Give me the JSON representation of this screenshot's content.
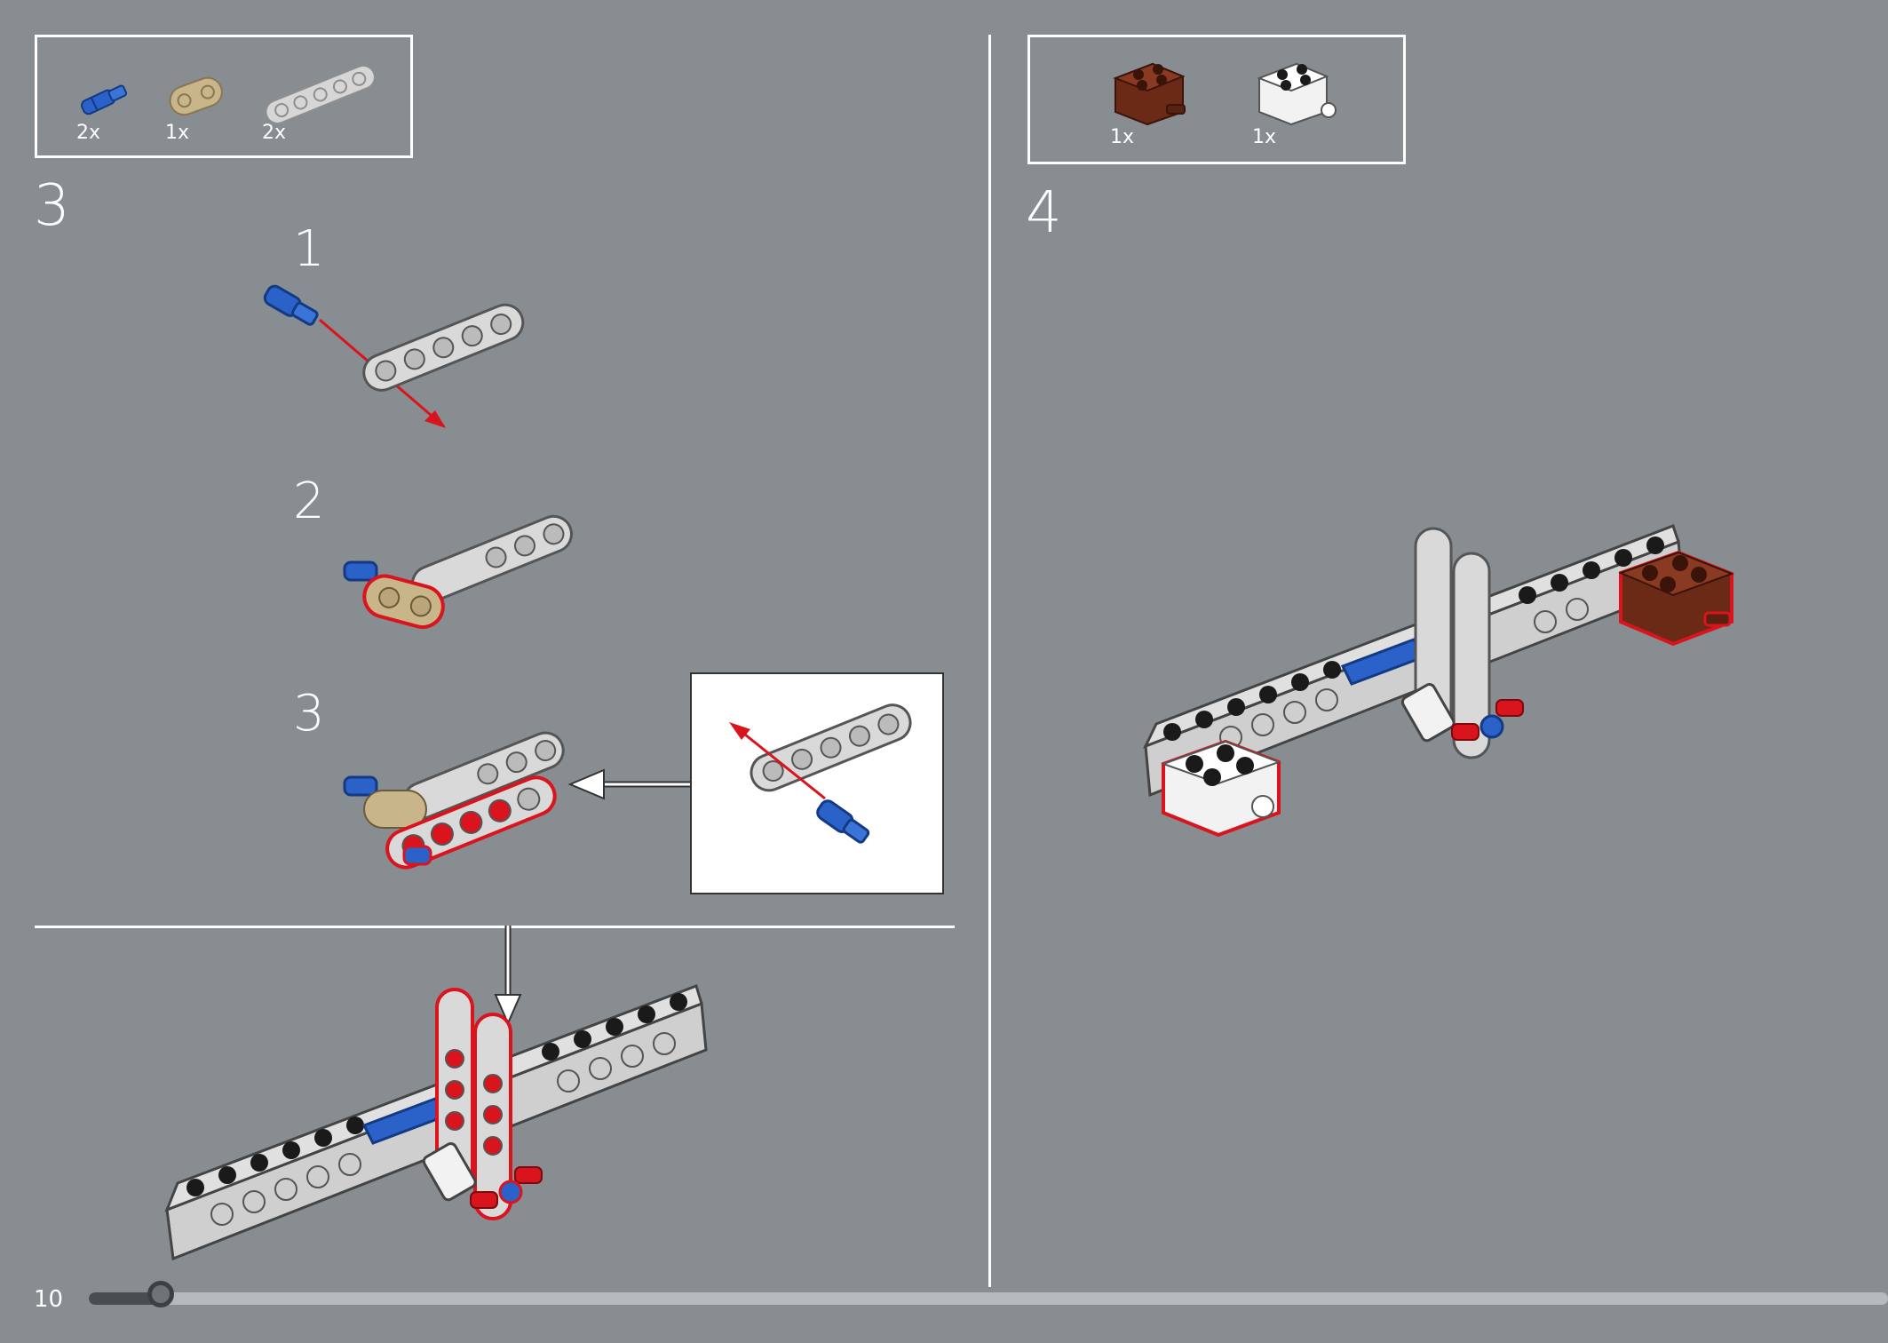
{
  "page": {
    "number": "10",
    "progress": 0.04
  },
  "step3": {
    "number": "3",
    "parts": [
      {
        "qty": "2x",
        "icon": "blue-axle-pin-icon",
        "color": "#2a62c9"
      },
      {
        "qty": "1x",
        "icon": "tan-beam-2-icon",
        "color": "#c9b58a"
      },
      {
        "qty": "2x",
        "icon": "gray-beam-5-icon",
        "color": "#c8c8c8"
      }
    ],
    "substeps": [
      {
        "number": "1"
      },
      {
        "number": "2"
      },
      {
        "number": "3"
      }
    ]
  },
  "step4": {
    "number": "4",
    "parts": [
      {
        "qty": "1x",
        "icon": "brown-brick-2x2-axle-icon",
        "color": "#6b2a16"
      },
      {
        "qty": "1x",
        "icon": "white-brick-2x2-axle-icon",
        "color": "#f2f2f2"
      }
    ]
  },
  "colors": {
    "background": "#878d91",
    "highlight": "#d9141d",
    "blue": "#2a62c9",
    "gray": "#c8c8c8",
    "tan": "#c9b58a",
    "brown": "#6b2a16",
    "black": "#1a1a1a"
  }
}
